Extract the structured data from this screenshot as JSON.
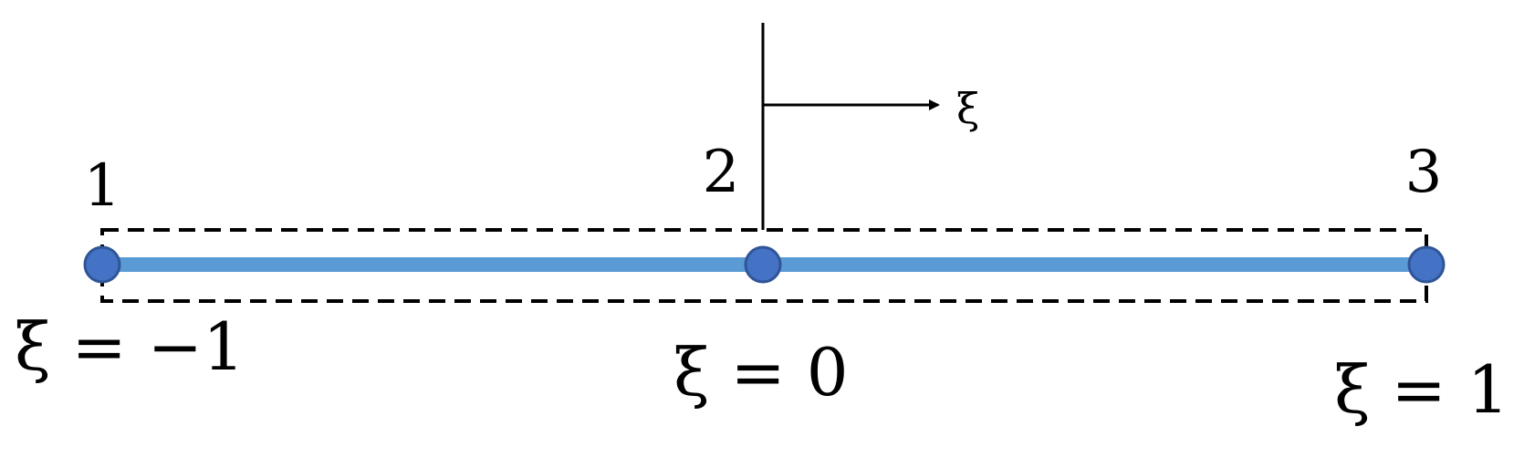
{
  "diagram": {
    "axis_label": "ξ",
    "nodes": [
      {
        "number": "1",
        "coord_label": "ξ = −1",
        "xi": -1
      },
      {
        "number": "2",
        "coord_label": "ξ = 0",
        "xi": 0
      },
      {
        "number": "3",
        "coord_label": "ξ = 1",
        "xi": 1
      }
    ],
    "colors": {
      "element": "#5b9bd5",
      "node_fill": "#4472c4",
      "node_stroke": "#2f5597",
      "outline": "#000000"
    }
  }
}
